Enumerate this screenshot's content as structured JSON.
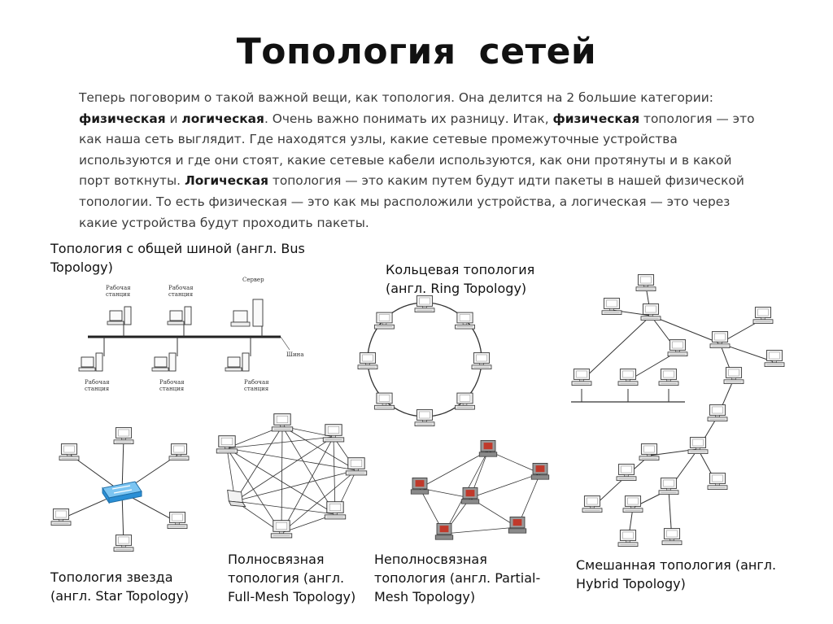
{
  "title": {
    "word1": "Топология",
    "word2": "сетей"
  },
  "intro": {
    "p1": "Теперь поговорим о такой важной вещи, как топология. Она делится на 2 большие категории: ",
    "b1": "физическая",
    "p2": " и ",
    "b2": "логическая",
    "p3": ". Очень важно понимать их разницу. Итак, ",
    "b3": "физическая",
    "p4": " топология — это как наша сеть выглядит. Где находятся узлы, какие сетевые промежуточные устройства используются и где они стоят, какие сетевые кабели используются, как они протянуты и в какой порт воткнуты. ",
    "b4": "Логическая",
    "p5": " топология — это каким путем будут идти пакеты в нашей физической топологии. То есть физическая — это как мы расположили устройства, а логическая — это через какие устройства будут проходить пакеты."
  },
  "captions": {
    "bus": {
      "line1": "Топология с общей шиной (англ. Bus",
      "line2": "Topology)"
    },
    "ring": {
      "line1": "Кольцевая топология",
      "line2": "(англ. Ring Topology)"
    },
    "star": {
      "line1": "Топология звезда",
      "line2": "(англ. Star Topology)"
    },
    "fullmesh": {
      "line1": "Полносвязная",
      "line2": "топология (англ.",
      "line3": "Full-Mesh Topology)"
    },
    "partialmesh": {
      "line1": "Неполносвязная",
      "line2": "топология (англ. Partial-",
      "line3": "Mesh Topology)"
    },
    "hybrid": {
      "line1": "Смешанная топология (англ.",
      "line2": "Hybrid Topology)"
    }
  },
  "bus_labels": {
    "ws_line1": "Рабочая",
    "ws_line2": "станция",
    "server": "Сервер",
    "bus": "Шина"
  },
  "colors": {
    "switch": "#2a8fd6",
    "partial_node": "#c0392b",
    "line": "#333333"
  },
  "icons": {
    "workstation": "desktop-computer-icon",
    "server": "server-icon",
    "switch": "network-switch-icon",
    "laptop": "laptop-icon"
  }
}
